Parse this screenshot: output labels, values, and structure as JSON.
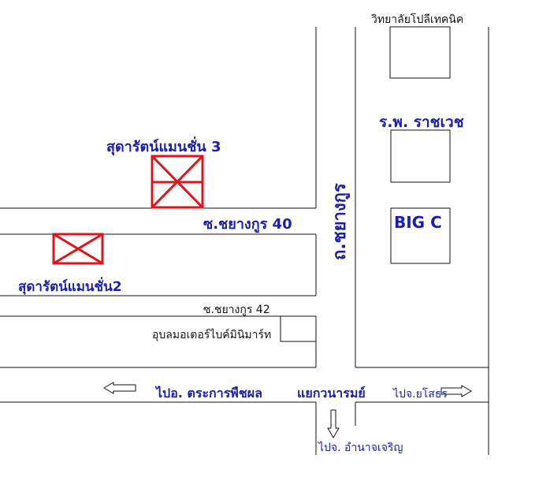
{
  "labels": {
    "college": "วิทยาลัยโปลีเทคนิค",
    "hospital": "ร.พ. ราชเวช",
    "bigc": "BIG C",
    "mansion3": "สุดารัตน์แมนชั่น 3",
    "mansion2": "สุดารัตน์แมนชั่น2",
    "soi40": "ซ.ชยางกูร 40",
    "main_road": "ถ.ชยางกูร",
    "soi42": "ซ.ชยางกูร 42",
    "motor_shop": "อุบลมอเตอร์ไบค์มินิมาร์ท",
    "to_west": "ไปอ. ตระการพืชผล",
    "junction": "แยกวนารมย์",
    "to_east": "ไปจ.ยโสธร",
    "to_south": "ไปจ. อำนาจเจริญ"
  },
  "colors": {
    "line": "#111111",
    "label_blue": "#1a1fb0",
    "marker_red": "#e0141b"
  },
  "icons": [
    "building-marker-icon",
    "arrow-left-icon",
    "arrow-right-icon",
    "arrow-down-icon"
  ]
}
